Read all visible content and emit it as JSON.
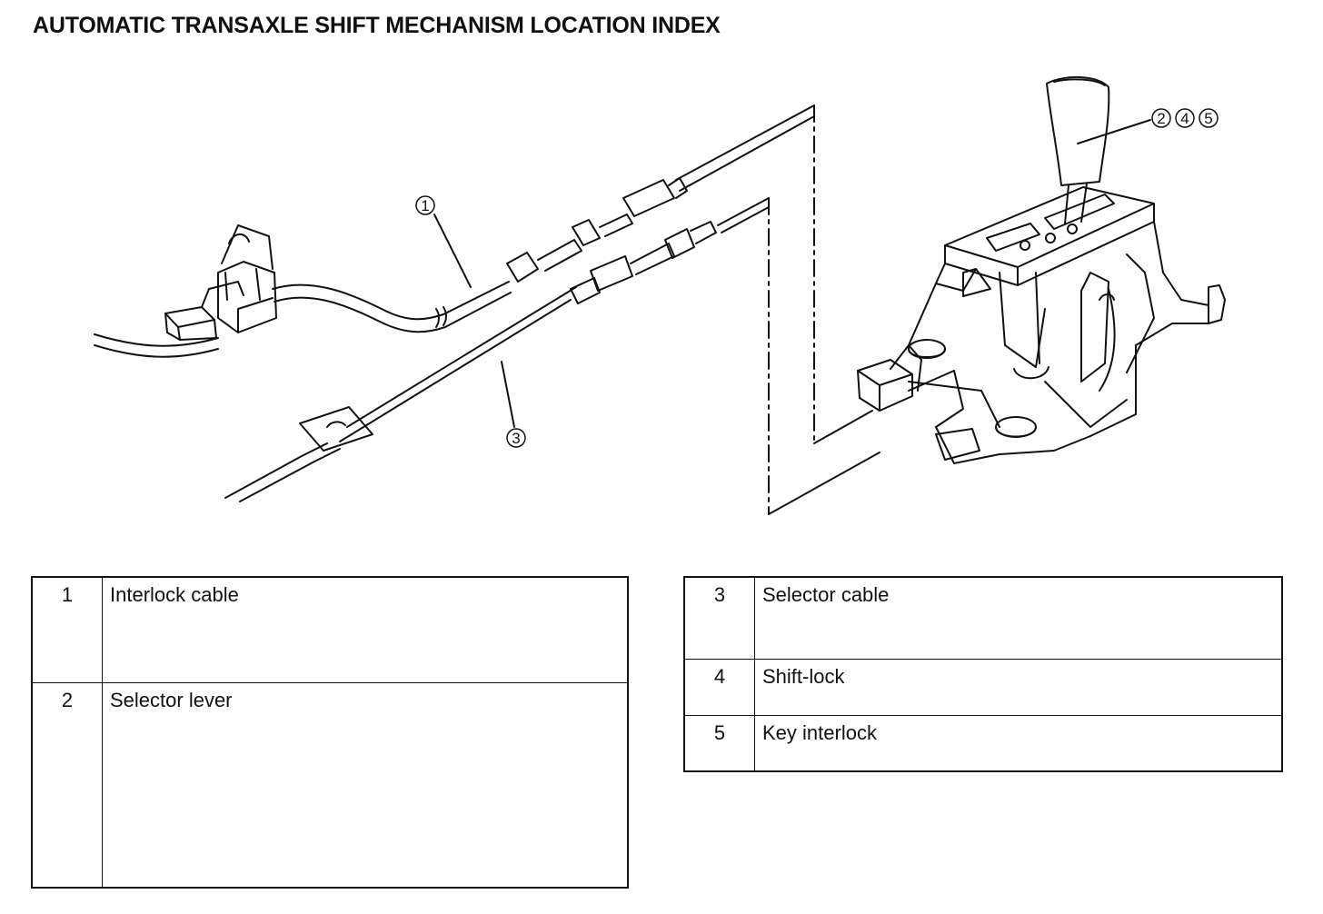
{
  "title": "AUTOMATIC TRANSAXLE SHIFT MECHANISM LOCATION INDEX",
  "callouts": {
    "interlock_cable": "1",
    "selector_cable": "3",
    "selector_lever_group": [
      "2",
      "4",
      "5"
    ]
  },
  "legend_left": [
    {
      "num": "1",
      "label": "Interlock cable"
    },
    {
      "num": "2",
      "label": "Selector lever"
    }
  ],
  "legend_right": [
    {
      "num": "3",
      "label": "Selector cable"
    },
    {
      "num": "4",
      "label": "Shift-lock"
    },
    {
      "num": "5",
      "label": "Key interlock"
    }
  ]
}
